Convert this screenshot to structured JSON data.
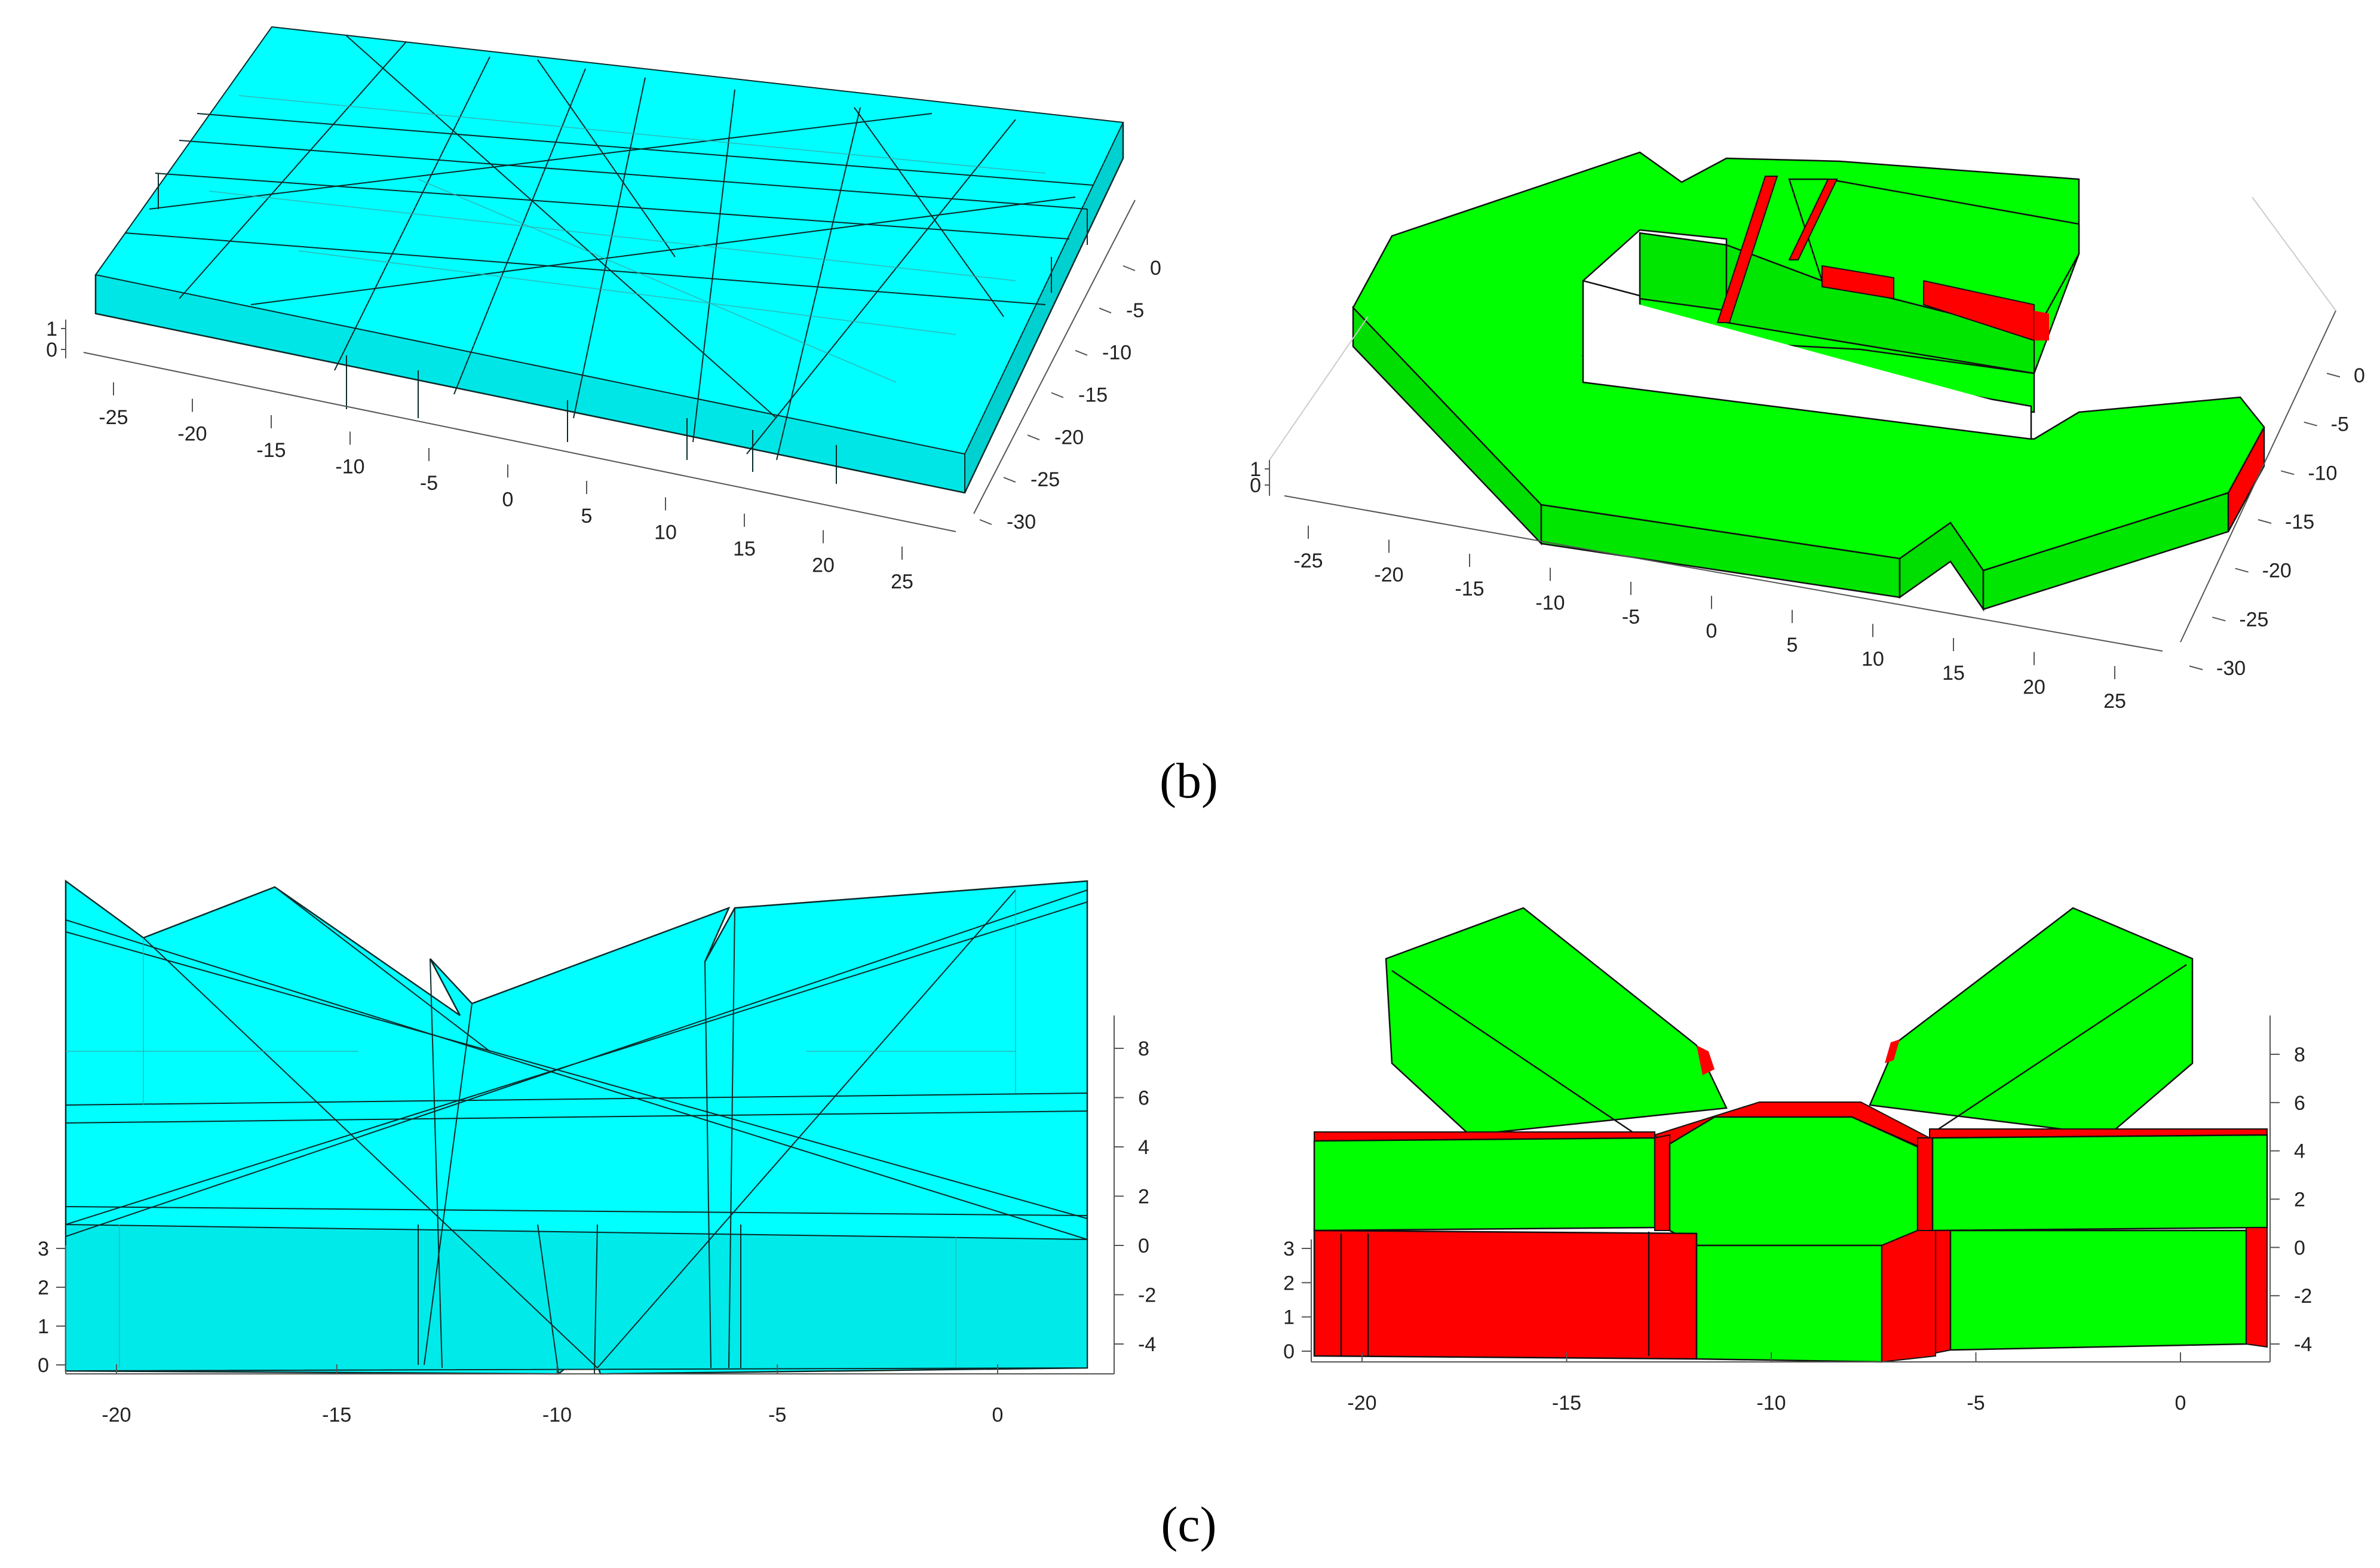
{
  "captions": {
    "b": "(b)",
    "c": "(c)"
  },
  "colors": {
    "cyan": "#00ffff",
    "green": "#00ff00",
    "red": "#ff0000",
    "edge": "#111111"
  },
  "panel_b_left": {
    "x_ticks": [
      "-25",
      "-20",
      "-15",
      "-10",
      "-5",
      "0",
      "5",
      "10",
      "15",
      "20",
      "25"
    ],
    "y_ticks": [
      "0",
      "-5",
      "-10",
      "-15",
      "-20",
      "-25",
      "-30"
    ],
    "z_ticks": [
      "1",
      "0"
    ]
  },
  "panel_b_right": {
    "x_ticks": [
      "-25",
      "-20",
      "-15",
      "-10",
      "-5",
      "0",
      "5",
      "10",
      "15",
      "20",
      "25"
    ],
    "y_ticks": [
      "0",
      "-5",
      "-10",
      "-15",
      "-20",
      "-25",
      "-30"
    ],
    "z_ticks": [
      "1",
      "0"
    ]
  },
  "panel_c_left": {
    "x_ticks": [
      "-20",
      "-15",
      "-10",
      "-5",
      "0"
    ],
    "left_ticks": [
      "3",
      "2",
      "1",
      "0"
    ],
    "right_ticks": [
      "8",
      "6",
      "4",
      "2",
      "0",
      "-2",
      "-4"
    ]
  },
  "panel_c_right": {
    "x_ticks": [
      "-20",
      "-15",
      "-10",
      "-5",
      "0"
    ],
    "left_ticks": [
      "3",
      "2",
      "1",
      "0"
    ],
    "right_ticks": [
      "8",
      "6",
      "4",
      "2",
      "0",
      "-2",
      "-4"
    ]
  }
}
